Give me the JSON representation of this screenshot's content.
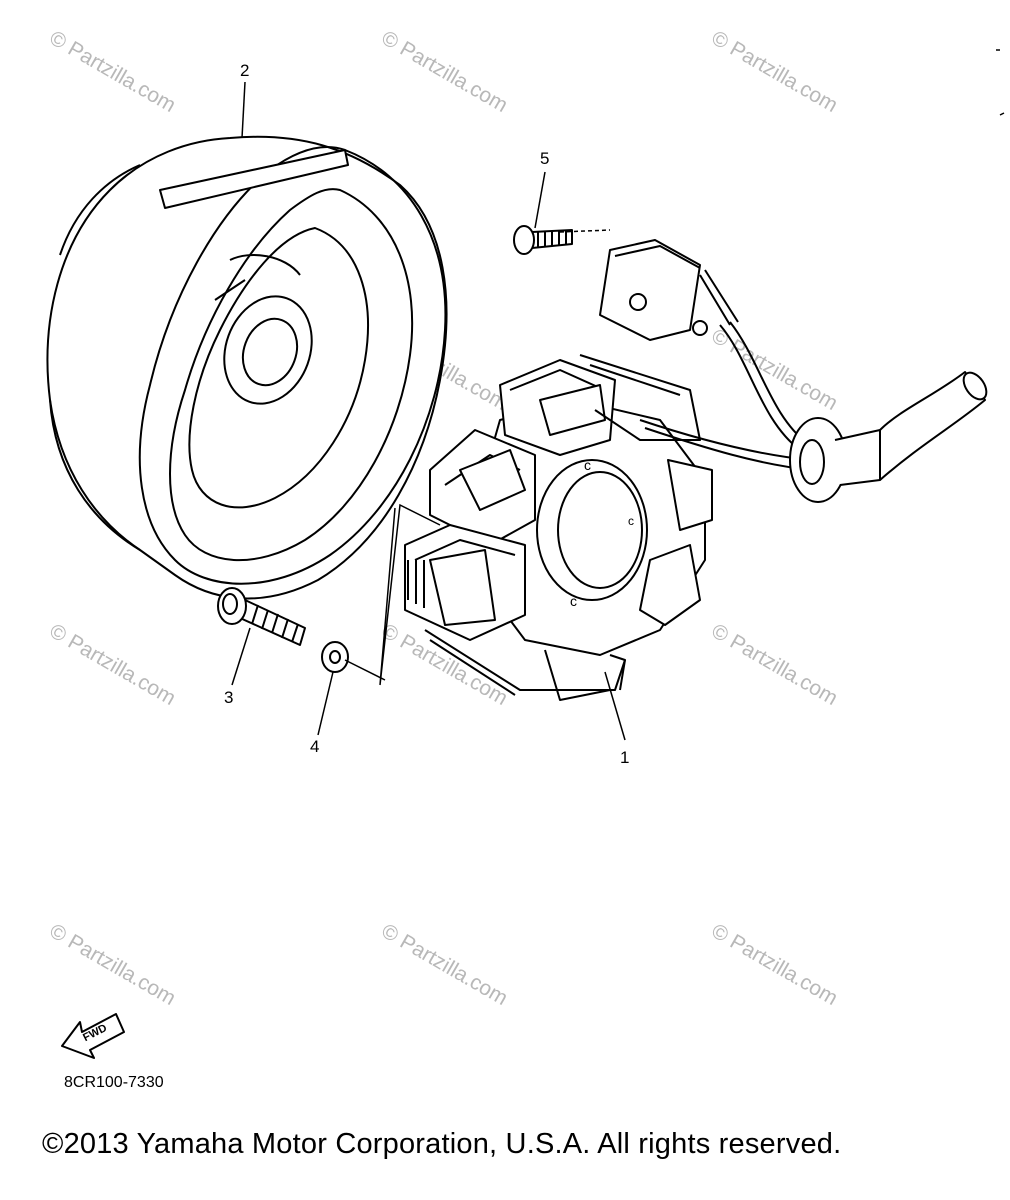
{
  "diagram": {
    "callouts": [
      "1",
      "2",
      "3",
      "4",
      "5"
    ],
    "watermark_text": "© Partzilla.com",
    "fwd_label": "FWD",
    "reference_code": "8CR100-7330",
    "copyright": "©2013  Yamaha Motor Corporation, U.S.A. All rights reserved."
  }
}
